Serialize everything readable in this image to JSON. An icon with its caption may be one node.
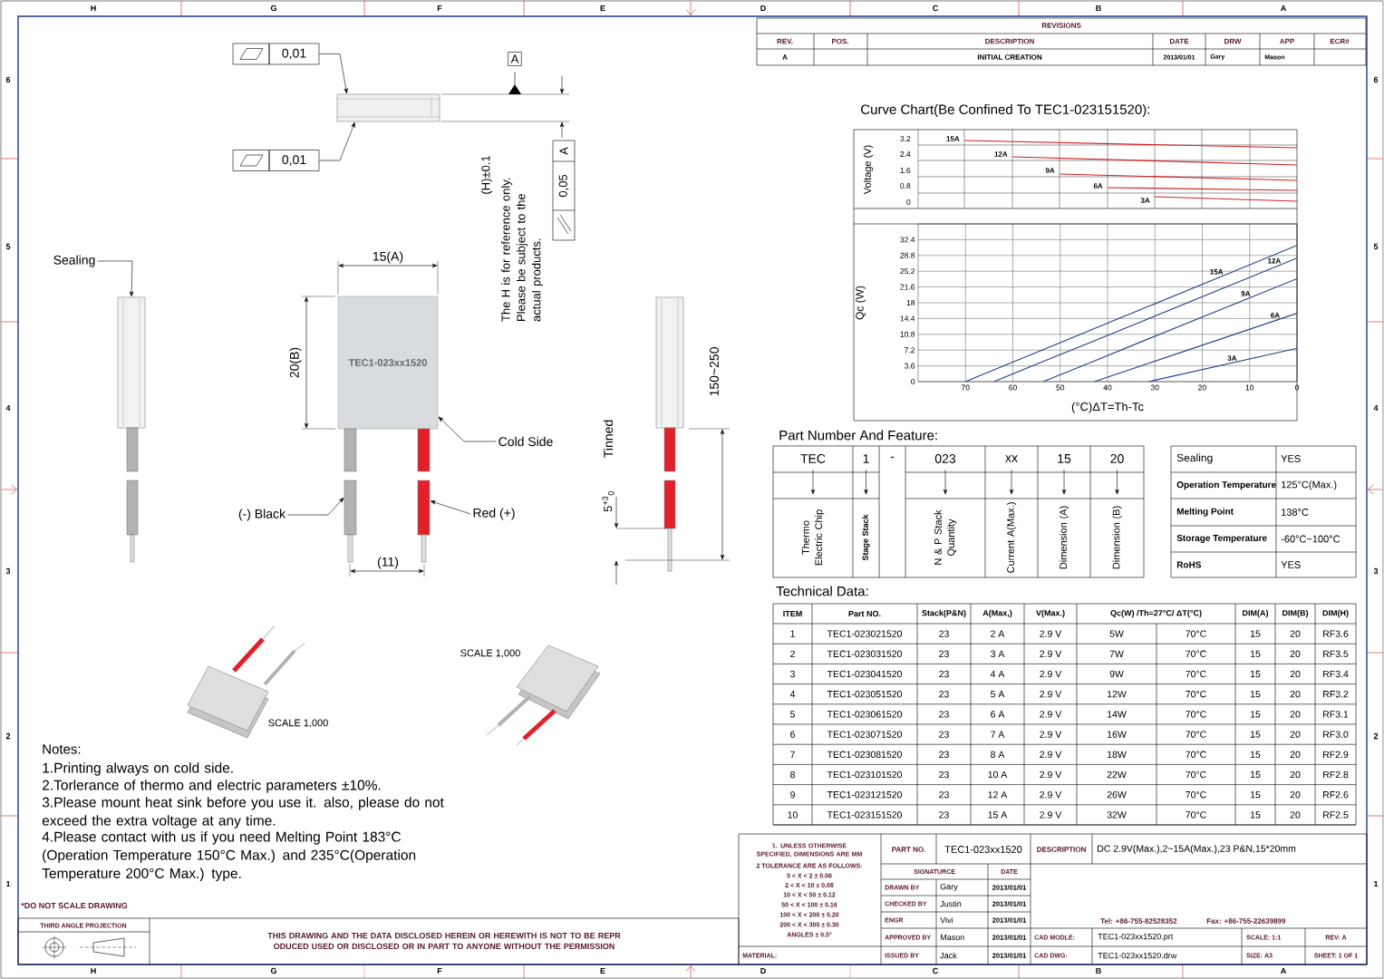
{
  "diagram": {
    "nodes": [
      {
        "text": [
          "0,01"
        ]
      },
      {
        "text": [],
        "shape": "picture"
      },
      {
        "text": [
          "0,01"
        ]
      },
      {
        "text": [
          "Sealing"
        ]
      },
      {
        "text": [],
        "shape": "picture"
      },
      {
        "text": [
          "TEC1-023xx1520"
        ]
      },
      {
        "text": [
          "Cold Side"
        ]
      },
      {
        "text": [
          "(-) Black"
        ]
      },
      {
        "text": [],
        "shape": "picture"
      },
      {
        "text": [
          "Red (+)"
        ]
      },
      {
        "text": [],
        "shape": "picture"
      },
      {
        "text": [
          "TEC"
        ]
      },
      {
        "text": [
          "1"
        ]
      },
      {
        "text": [
          "023"
        ]
      },
      {
        "text": [
          "xx"
        ]
      },
      {
        "text": [
          "15"
        ]
      },
      {
        "text": [
          "20"
        ]
      },
      {
        "text": [
          "Thermo Electric Chip"
        ]
      },
      {
        "text": [
          "Stage Stack"
        ]
      },
      {
        "text": [
          "N & P Stack Quantity"
        ]
      },
      {
        "text": [
          "Current A(Max.)"
        ]
      },
      {
        "text": [
          "Dimension (A)"
        ]
      },
      {
        "text": [
          "Dimension (B)"
        ]
      }
    ],
    "edges": [
      {
        "from": 0,
        "to": 1,
        "arrow": "to"
      },
      {
        "from": 2,
        "to": 1,
        "arrow": "to"
      },
      {
        "from": 3,
        "to": 4,
        "arrow": "to"
      },
      {
        "from": 6,
        "to": 5,
        "arrow": "to"
      },
      {
        "from": 7,
        "to": 8,
        "arrow": "to"
      },
      {
        "from": 9,
        "to": 10,
        "arrow": "to"
      },
      {
        "from": 11,
        "to": 17,
        "arrow": "to"
      },
      {
        "from": 12,
        "to": 18,
        "arrow": "to"
      },
      {
        "from": 13,
        "to": 19,
        "arrow": "to"
      },
      {
        "from": 14,
        "to": 20,
        "arrow": "to"
      },
      {
        "from": 15,
        "to": 21,
        "arrow": "to"
      },
      {
        "from": 16,
        "to": 22,
        "arrow": "to"
      }
    ],
    "labels": [
      "H",
      "G",
      "F",
      "E",
      "D",
      "C",
      "B",
      "A",
      "6",
      "5",
      "4",
      "3",
      "2",
      "1",
      "6",
      "5",
      "4",
      "3",
      "2",
      "1",
      "H",
      "G",
      "F",
      "E",
      "D",
      "C",
      "B",
      "A",
      "REVISIONS",
      "REV.",
      "POS.",
      "DESCRIPTION",
      "DATE",
      "DRW",
      "APP",
      "ECR#",
      "A",
      "INITIAL CREATION",
      "2013/01/01",
      "Gary",
      "Mason",
      "A",
      "(H)±0.1",
      "The H is for reference only. Please be subject to the actual products.",
      "0,05",
      "A",
      "15(A)",
      "20(B)",
      "(11)",
      "Tinned",
      "5$^{+3}$$_{0}$",
      "150~250",
      "SCALE 1,000",
      "SCALE 1,000",
      "Curve Chart(Be Confined To TEC1-023151520):",
      "Voltage (V)",
      "3.2",
      "2.4",
      "1.6",
      "0.8",
      "0",
      "15A",
      "12A",
      "9A",
      "6A",
      "3A",
      "Part Number And Feature:",
      "-",
      "Sealing",
      "YES",
      "Operation Temperature",
      "125°C(Max.)",
      "Melting Point",
      "138°C",
      "Storage Temperature",
      "-60°C~100°C",
      "RoHS",
      "YES",
      "Technical Data:",
      "ITEM",
      "Part NO.",
      "Stack(P&N)",
      "A(Max,)",
      "V(Max.)",
      "Qc(W) /Th=27°C/ ΔT(°C)",
      "DIM(A)",
      "DIM(B)",
      "DIM(H)",
      "1",
      "TEC1-023021520",
      "23",
      "2 A",
      "2.9 V",
      "5W",
      "70°C",
      "15",
      "20",
      "RF3.6",
      "2",
      "TEC1-023031520",
      "23",
      "3 A",
      "2.9 V",
      "7W",
      "70°C",
      "15",
      "20",
      "RF3.5",
      "3",
      "TEC1-023041520",
      "23",
      "4 A",
      "2.9 V",
      "9W",
      "70°C",
      "15",
      "20",
      "RF3.4",
      "4",
      "TEC1-023051520",
      "23",
      "5 A",
      "2.9 V",
      "12W",
      "70°C",
      "15",
      "20",
      "RF3.2",
      "5",
      "TEC1-023061520",
      "23",
      "6 A",
      "2.9 V",
      "14W",
      "70°C",
      "15",
      "20",
      "RF3.1",
      "6",
      "TEC1-023071520",
      "23",
      "7 A",
      "2.9 V",
      "16W",
      "70°C",
      "15",
      "20",
      "RF3.0",
      "7",
      "TEC1-023081520",
      "23",
      "8 A",
      "2.9 V",
      "18W",
      "70°C",
      "15",
      "20",
      "RF2.9",
      "8",
      "TEC1-023101520",
      "23",
      "10 A",
      "2.9 V",
      "22W",
      "70°C",
      "15",
      "20",
      "RF2.8",
      "9",
      "TEC1-023121520",
      "23",
      "12 A",
      "2.9 V",
      "26W",
      "70°C",
      "15",
      "20",
      "RF2.6",
      "10",
      "TEC1-023151520",
      "23",
      "15 A",
      "2.9 V",
      "32W",
      "70°C",
      "15",
      "20",
      "RF2.5",
      "Notes:",
      "1.Printing always on cold side.",
      "2.Torlerance of thermo and electric parameters ±10%.",
      "3.Please mount heat sink before you use it. also, please do not exceed the extra voltage at any time.",
      "4.Please contact with us if you need Melting Point 183°C (Operation Temperature 150°C Max.) and 235°C(Operation Temperature 200°C Max.) type.",
      "*DO NOT SCALE DRAWING",
      "THIRD ANGLE PROJECTION",
      "THIS DRAWING AND THE DATA DISCLOSED HEREIN OR HEREWITH IS NOT TO BE REPR ODUCED USED OR DISCLOSED OR IN PART TO ANYONE WITHOUT THE PERMISSION",
      "1. UNLESS OTHERWISE SPECIFIED, DIMENSIONS ARE MM",
      "2 TOLERANCE ARE AS FOLLOWS:",
      "0 < X < 2 ± 0.06",
      "2 < X < 10 ± 0.08",
      "10 < X < 50 ± 0.12",
      "50 < X < 100 ± 0.16",
      "100 < X < 200 ± 0.20",
      "200 < X < 300 ± 0.30",
      "ANGLES ± 0.5°",
      "MATERIAL:",
      "PART NO.",
      "TEC1-023xx1520",
      "DESCRIPTION",
      "DC 2.9V(Max.),2~15A(Max.),23 P&N,15*20mm",
      "SIGNATURCE",
      "DATE",
      "DRAWN BY",
      "Gary",
      "2013/01/01",
      "CHECKED BY",
      "Justin",
      "2013/01/01",
      "ENGR",
      "Vivi",
      "2013/01/01",
      "APPROVED BY",
      "Mason",
      "2013/01/01",
      "ISSUED BY",
      "Jack",
      "2013/01/01",
      "Tel: +86-755-82528352",
      "Fax: +86-755-22639899",
      "CAD MODLE:",
      "TEC1-023xx1520.prt",
      "SCALE: 1:1",
      "REV: A",
      "CAD DWG:",
      "TEC1-023xx1520.drw",
      "SIZE: A3",
      "SHEET: 1 OF 1"
    ],
    "chart_data": {
      "type": "line",
      "xlabel": "(°C)ΔT=Th-Tc",
      "ylabel": "Qc (W)",
      "x": [
        70,
        64,
        53.6,
        42.8,
        31.3,
        0
      ],
      "xlim": [
        80,
        0
      ],
      "ylim": [
        0,
        36
      ],
      "grid": true,
      "xticks": [
        70,
        60,
        50,
        40,
        30,
        20,
        10,
        0
      ],
      "yticks": [
        0,
        3.6,
        7.2,
        10.8,
        14.4,
        18,
        21.6,
        25.2,
        28.8,
        32.4
      ],
      "series": [
        {
          "name": "15A",
          "color": "#1f3f8a",
          "values": [
            0,
            2.7,
            7.3,
            12.1,
            17.2,
            31.1
          ]
        },
        {
          "name": "12A",
          "color": "#1f3f8a",
          "values": [
            null,
            0,
            4.6,
            9.3,
            14.4,
            28.2
          ]
        },
        {
          "name": "9A",
          "color": "#1f3f8a",
          "values": [
            null,
            null,
            0,
            4.7,
            9.8,
            23.5
          ]
        },
        {
          "name": "6A",
          "color": "#1f3f8a",
          "values": [
            null,
            null,
            null,
            0,
            4.2,
            15.6
          ]
        },
        {
          "name": "3A",
          "color": "#1f3f8a",
          "values": [
            null,
            null,
            null,
            null,
            0,
            7.6
          ]
        }
      ]
    }
  }
}
